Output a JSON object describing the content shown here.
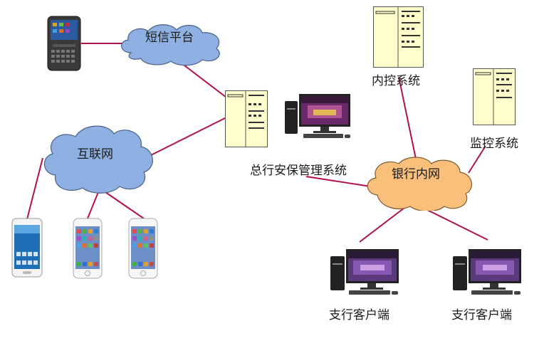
{
  "nodes": {
    "sms_platform": "短信平台",
    "internet": "互联网",
    "bank_intranet": "银行内网",
    "hq_security_system": "总行安保管理系统",
    "internal_control_system": "内控系统",
    "monitoring_system": "监控系统",
    "branch_client_1": "支行客户端",
    "branch_client_2": "支行客户端"
  },
  "colors": {
    "link": "#b0124a",
    "cloud_blue": "#8fb0e3",
    "cloud_orange": "#fbbf7c",
    "server_fill": "#ffffcc"
  }
}
